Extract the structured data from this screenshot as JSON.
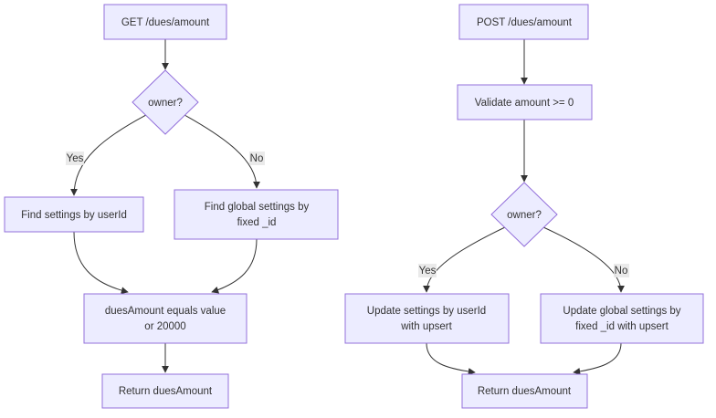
{
  "diagram": {
    "get_flow": {
      "start": "GET /dues/amount",
      "decision": "owner?",
      "yes_label": "Yes",
      "no_label": "No",
      "yes_step": "Find settings by userId",
      "no_step_line1": "Find global settings by",
      "no_step_line2": "fixed _id",
      "merge_line1": "duesAmount equals value",
      "merge_line2": "or 20000",
      "end": "Return duesAmount"
    },
    "post_flow": {
      "start": "POST /dues/amount",
      "validate": "Validate amount >= 0",
      "decision": "owner?",
      "yes_label": "Yes",
      "no_label": "No",
      "yes_step_line1": "Update settings by userId",
      "yes_step_line2": "with upsert",
      "no_step_line1": "Update global settings by",
      "no_step_line2": "fixed _id with upsert",
      "end": "Return duesAmount"
    }
  },
  "colors": {
    "node_fill": "#ECECFF",
    "node_stroke": "#9370DB",
    "edge": "#333333",
    "text": "#333333",
    "edge_label_bg": "#e8e8e8"
  }
}
